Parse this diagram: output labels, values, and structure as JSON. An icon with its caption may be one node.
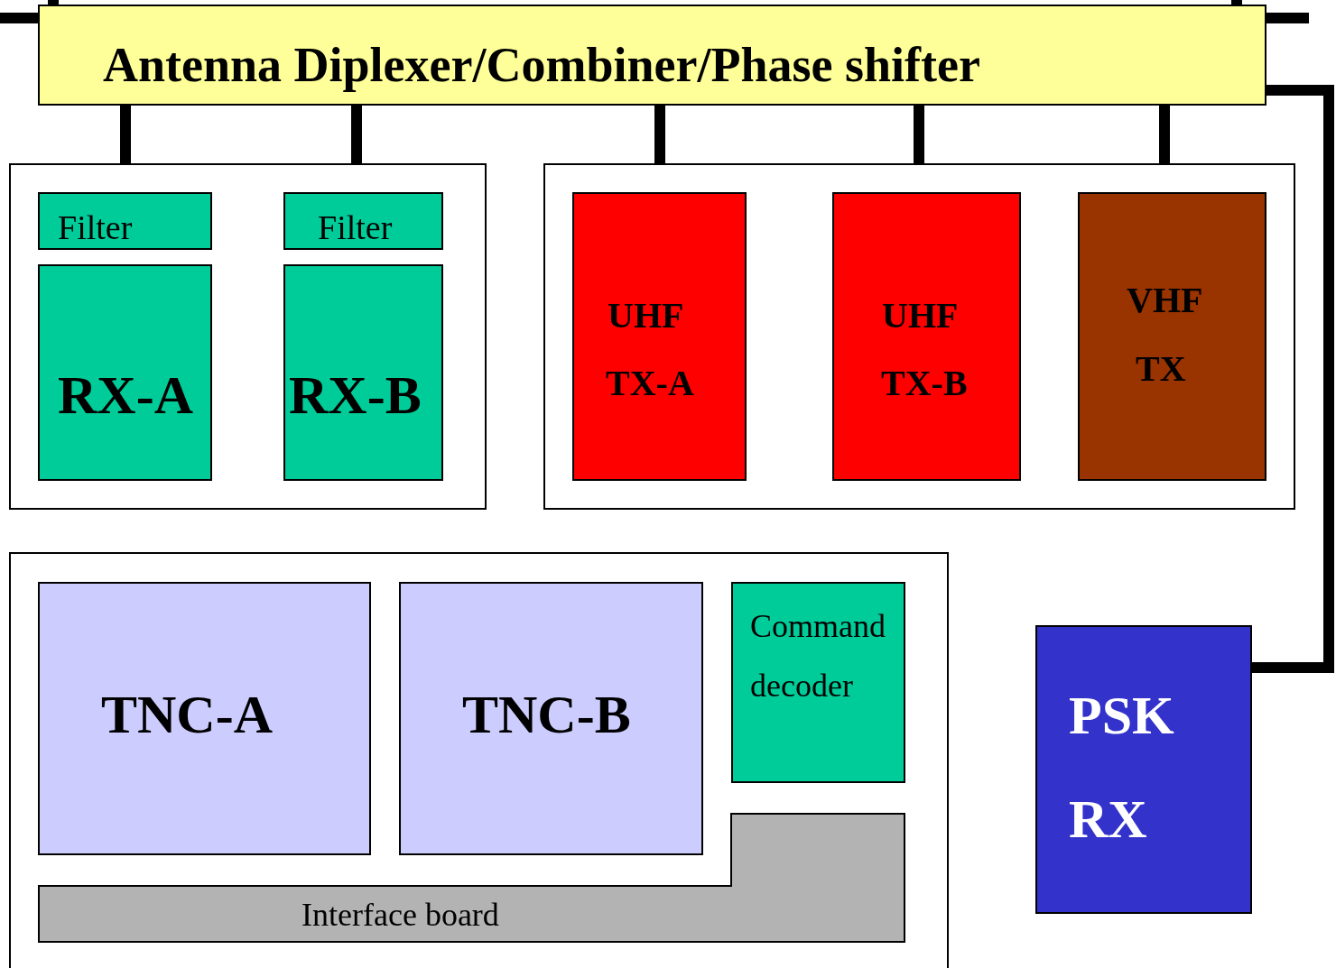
{
  "diagram": {
    "nodes": [
      {
        "text": [
          "Antenna Diplexer/Combiner/Phase shifter"
        ]
      },
      {
        "text": [],
        "shape": "box"
      },
      {
        "text": [
          "Filter"
        ],
        "in": 1
      },
      {
        "text": [
          "RX-A"
        ],
        "in": 1
      },
      {
        "text": [
          "Filter"
        ],
        "in": 1
      },
      {
        "text": [
          "RX-B"
        ],
        "in": 1
      },
      {
        "text": [],
        "shape": "box"
      },
      {
        "text": [
          "UHF",
          "TX-A"
        ],
        "in": 6
      },
      {
        "text": [
          "UHF",
          "TX-B"
        ],
        "in": 6
      },
      {
        "text": [
          "VHF",
          "TX"
        ],
        "in": 6
      },
      {
        "text": [],
        "shape": "box"
      },
      {
        "text": [
          "TNC-A"
        ],
        "in": 10
      },
      {
        "text": [
          "TNC-B"
        ],
        "in": 10
      },
      {
        "text": [
          "Command decoder"
        ],
        "in": 10
      },
      {
        "text": [
          "Interface board"
        ],
        "in": 10
      },
      {
        "text": [
          "PSK",
          "RX"
        ]
      }
    ],
    "edges": [
      {
        "from": 0,
        "to": 2,
        "arrow": "none"
      },
      {
        "from": 0,
        "to": 4,
        "arrow": "none"
      },
      {
        "from": 0,
        "to": 7,
        "arrow": "none"
      },
      {
        "from": 0,
        "to": 8,
        "arrow": "none"
      },
      {
        "from": 0,
        "to": 9,
        "arrow": "none"
      },
      {
        "from": 0,
        "to": 15,
        "arrow": "none"
      },
      {
        "from": 0,
        "to": null,
        "arrow": "none"
      },
      {
        "from": 0,
        "to": null,
        "arrow": "none"
      },
      {
        "from": 0,
        "to": null,
        "arrow": "none"
      },
      {
        "from": 0,
        "to": null,
        "arrow": "none"
      }
    ]
  }
}
